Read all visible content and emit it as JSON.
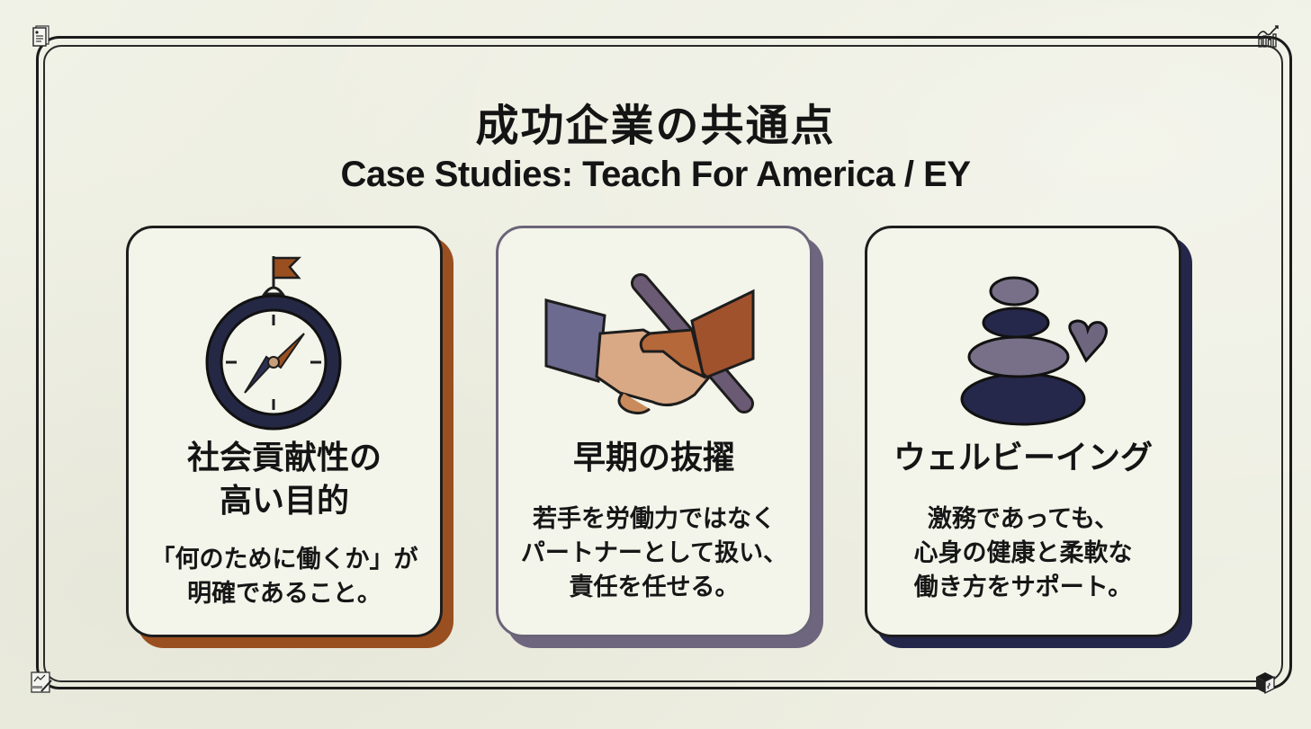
{
  "slide": {
    "title": "成功企業の共通点",
    "subtitle": "Case Studies: Teach For America / EY"
  },
  "corner_icons": {
    "top_left": "document-icon",
    "top_right": "growth-chart-icon",
    "bottom_left": "note-pen-icon",
    "bottom_right": "cube-icon"
  },
  "cards": [
    {
      "icon": "compass-flag-icon",
      "heading_lines": [
        "社会貢献性の",
        "高い目的"
      ],
      "body_lines": [
        "「何のために働くか」が",
        "明確であること。"
      ],
      "accent_color": "#9a4f20"
    },
    {
      "icon": "handshake-baton-icon",
      "heading_lines": [
        "早期の抜擢"
      ],
      "body_lines": [
        "若手を労働力ではなく",
        "パートナーとして扱い、",
        "責任を任せる。"
      ],
      "accent_color": "#6e667e"
    },
    {
      "icon": "stacked-stones-heart-icon",
      "heading_lines": [
        "ウェルビーイング"
      ],
      "body_lines": [
        "激務であっても、",
        "心身の健康と柔軟な",
        "働き方をサポート。"
      ],
      "accent_color": "#24264a"
    }
  ],
  "colors": {
    "background": "#eeefe3",
    "ink": "#141414",
    "rust": "#9a4f20",
    "slate_purple": "#6e667e",
    "navy": "#24264a"
  }
}
